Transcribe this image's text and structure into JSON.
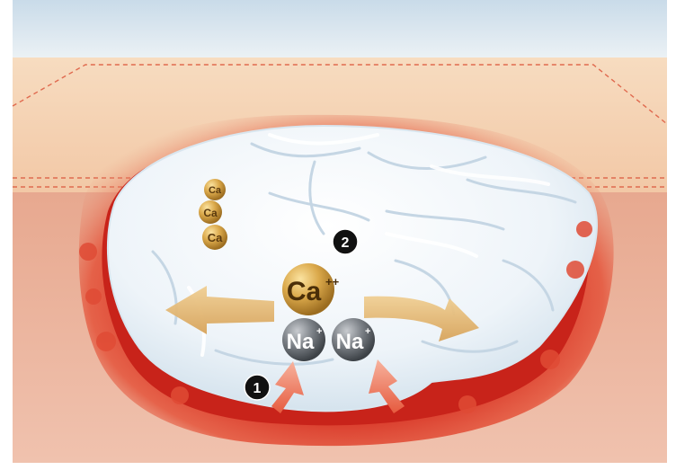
{
  "diagram": {
    "ions": {
      "small_ca": [
        "Ca",
        "Ca",
        "Ca"
      ],
      "calcium": {
        "symbol": "Ca",
        "charge": "++"
      },
      "sodium": [
        {
          "symbol": "Na",
          "charge": "+"
        },
        {
          "symbol": "Na",
          "charge": "+"
        }
      ]
    },
    "markers": {
      "step1": "1",
      "step2": "2"
    }
  }
}
